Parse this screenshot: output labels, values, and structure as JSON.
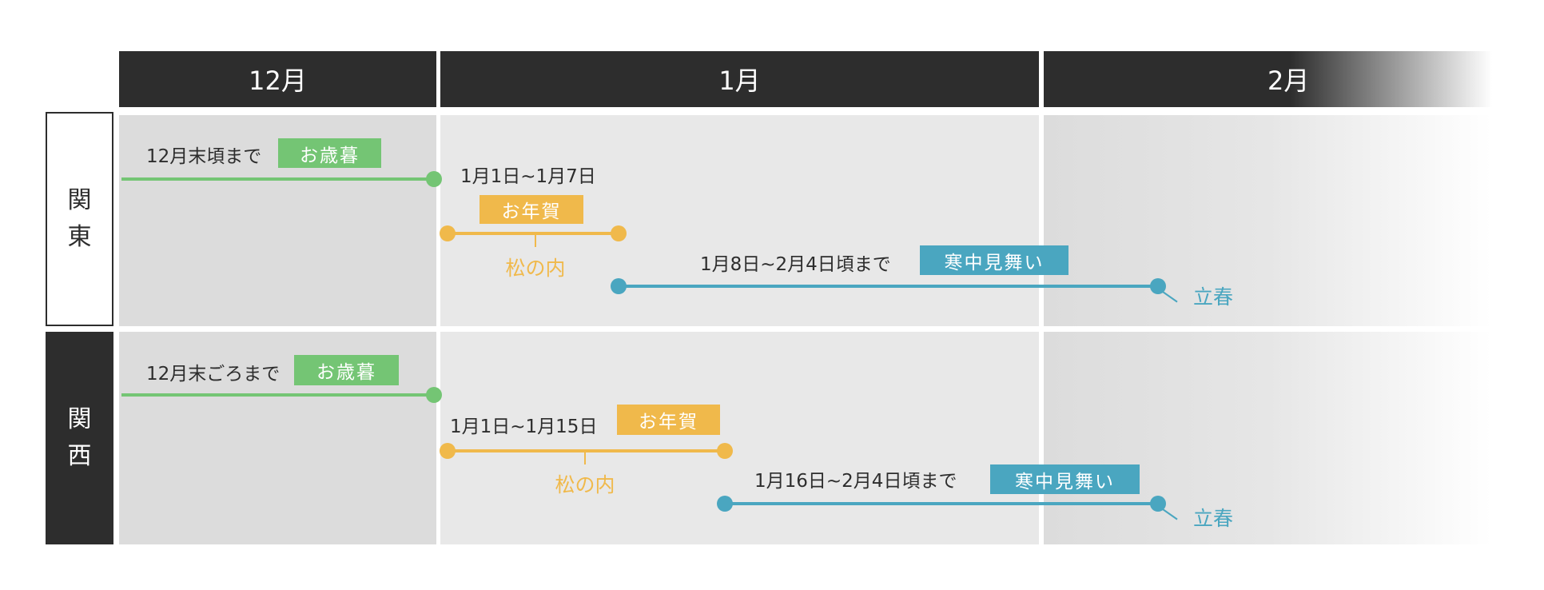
{
  "header": {
    "months": [
      "12月",
      "1月",
      "2月"
    ]
  },
  "colors": {
    "dark": "#2d2d2d",
    "oseibo": "#74c574",
    "nenga": "#f0b94b",
    "kanchu": "#4aa6c0"
  },
  "rows": [
    {
      "region": [
        "関",
        "東"
      ],
      "oseibo": {
        "period": "12月末頃まで",
        "label": "お歳暮"
      },
      "nenga": {
        "period": "1月1日~1月7日",
        "label": "お年賀",
        "note": "松の内"
      },
      "kanchu": {
        "period": "1月8日~2月4日頃まで",
        "label": "寒中見舞い",
        "end_note": "立春"
      }
    },
    {
      "region": [
        "関",
        "西"
      ],
      "oseibo": {
        "period": "12月末ごろまで",
        "label": "お歳暮"
      },
      "nenga": {
        "period": "1月1日~1月15日",
        "label": "お年賀",
        "note": "松の内"
      },
      "kanchu": {
        "period": "1月16日~2月4日頃まで",
        "label": "寒中見舞い",
        "end_note": "立春"
      }
    }
  ]
}
